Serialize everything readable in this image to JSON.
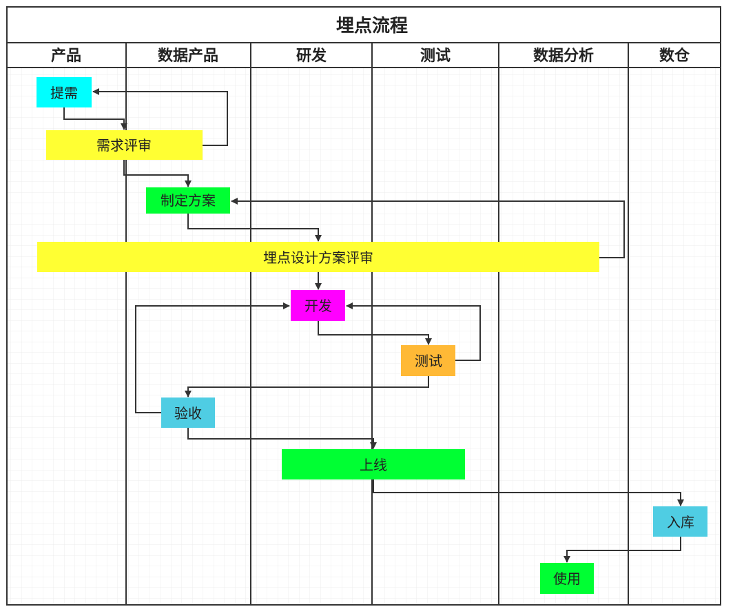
{
  "title": "埋点流程",
  "lanes": [
    {
      "id": "product",
      "label": "产品"
    },
    {
      "id": "data-product",
      "label": "数据产品"
    },
    {
      "id": "rd",
      "label": "研发"
    },
    {
      "id": "qa",
      "label": "测试"
    },
    {
      "id": "data-analysis",
      "label": "数据分析"
    },
    {
      "id": "dw",
      "label": "数仓"
    }
  ],
  "colors": {
    "cyan": "#00FFFF",
    "yellow": "#FFFF33",
    "green": "#00FF33",
    "magenta": "#FF00FF",
    "orange": "#FFB936",
    "blue": "#4FCDE3",
    "line": "#333333",
    "grid": "#e6e6e6"
  },
  "nodes": [
    {
      "id": "tixu",
      "label": "提需",
      "color": "cyan"
    },
    {
      "id": "xuqiu-pingshen",
      "label": "需求评审",
      "color": "yellow"
    },
    {
      "id": "zhiding-fangan",
      "label": "制定方案",
      "color": "green"
    },
    {
      "id": "maidian-pingshen",
      "label": "埋点设计方案评审",
      "color": "yellow"
    },
    {
      "id": "kaifa",
      "label": "开发",
      "color": "magenta"
    },
    {
      "id": "ceshi",
      "label": "测试",
      "color": "orange"
    },
    {
      "id": "yanshou",
      "label": "验收",
      "color": "blue"
    },
    {
      "id": "shangxian",
      "label": "上线",
      "color": "green"
    },
    {
      "id": "ruku",
      "label": "入库",
      "color": "blue"
    },
    {
      "id": "shiyong",
      "label": "使用",
      "color": "green"
    }
  ]
}
